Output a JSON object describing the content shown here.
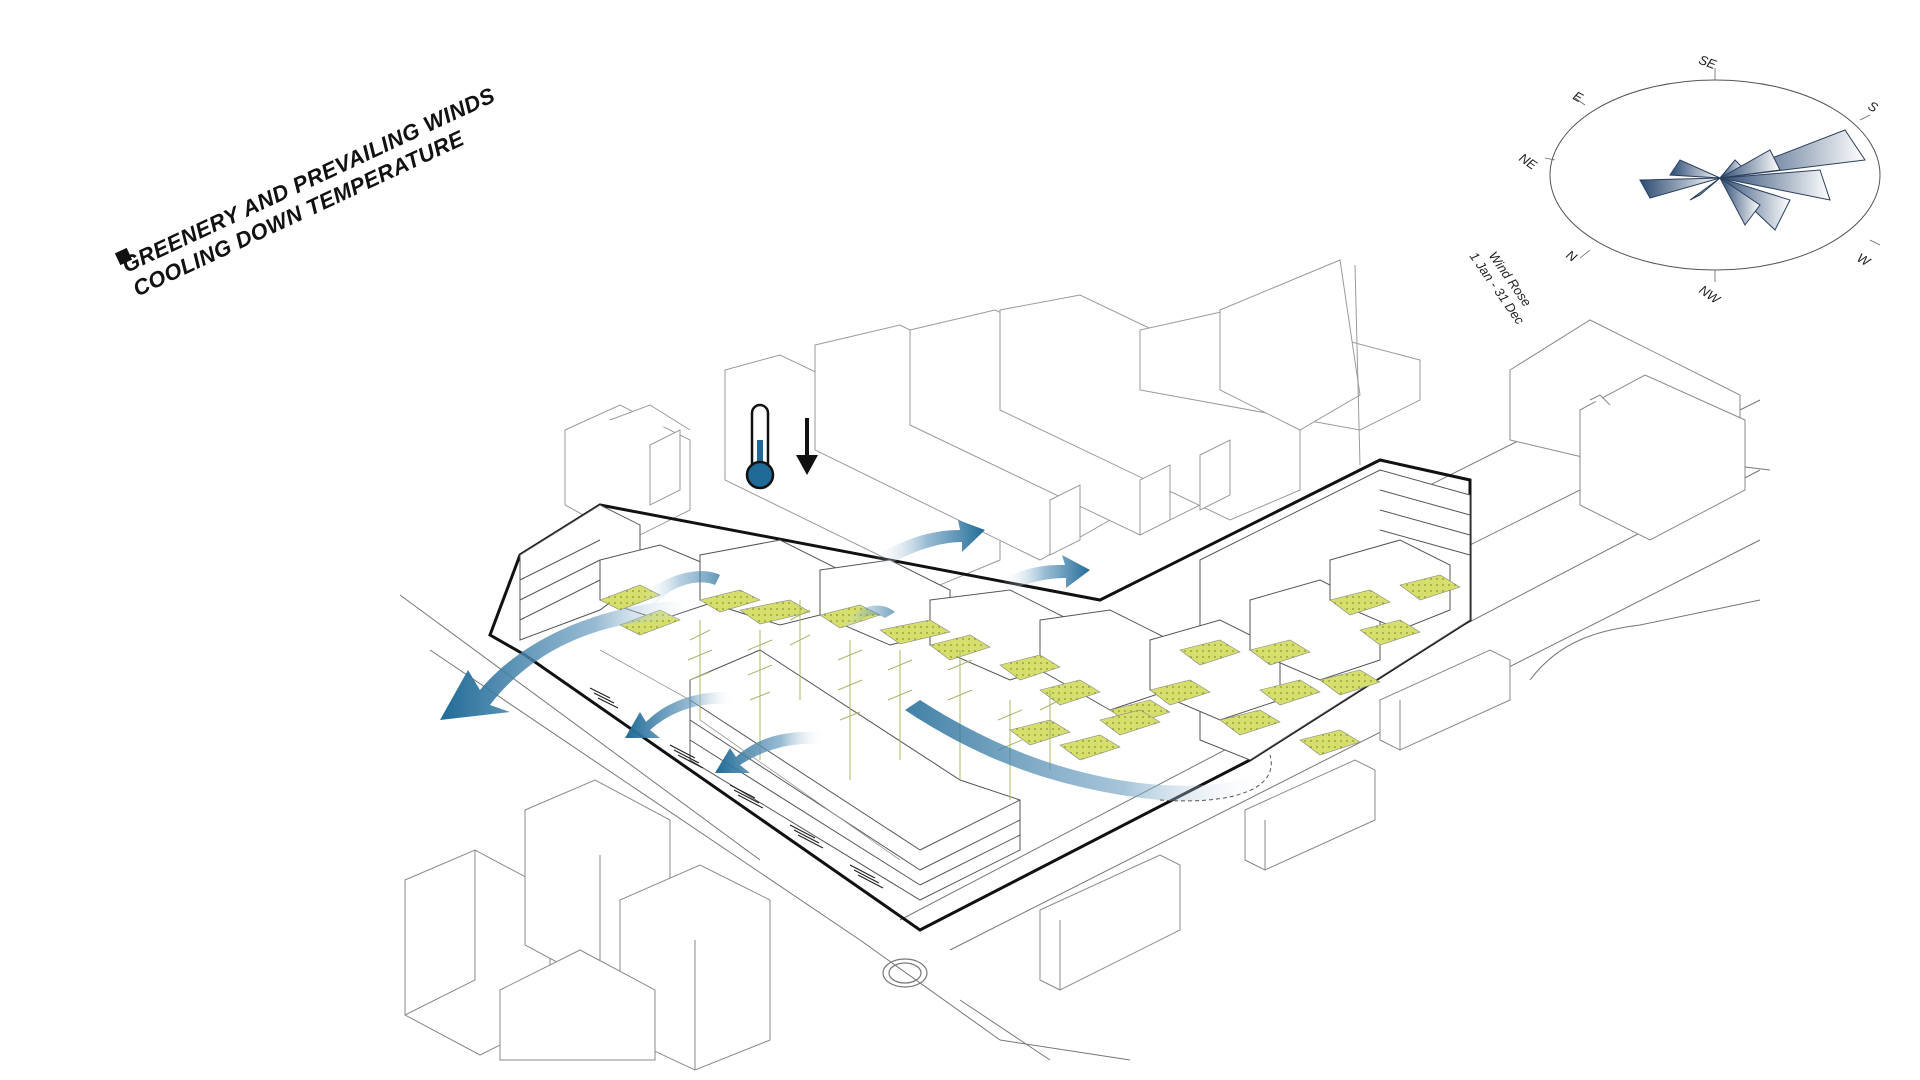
{
  "title": {
    "line1": "GREENERY AND PREVAILING WINDS",
    "line2": "COOLING DOWN TEMPERATURE"
  },
  "wind_rose": {
    "directions": {
      "se": "SE",
      "s": "S",
      "e": "E",
      "ne": "NE",
      "n": "N",
      "nw": "NW",
      "w": "W"
    },
    "caption_line1": "Wind Rose",
    "caption_line2": "1 Jan - 31 Dec"
  },
  "colors": {
    "line": "#555555",
    "outline": "#111111",
    "wind_blue": "#1f6a96",
    "greenery": "#d6df6b",
    "thermometer_blue": "#1f6a96"
  }
}
